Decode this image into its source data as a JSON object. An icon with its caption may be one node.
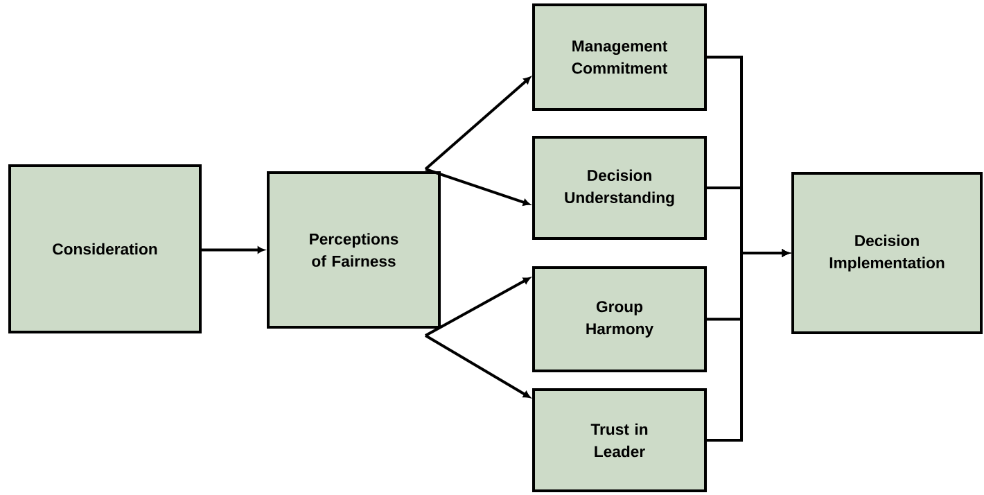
{
  "diagram": {
    "nodes": [
      {
        "text": [
          "Consideration"
        ]
      },
      {
        "text": [
          "Perceptions of Fairness"
        ]
      },
      {
        "text": [
          "Management Commitment"
        ]
      },
      {
        "text": [
          "Decision Understanding"
        ]
      },
      {
        "text": [
          "Group Harmony"
        ]
      },
      {
        "text": [
          "Trust in Leader"
        ]
      },
      {
        "text": [
          "Decision Implementation"
        ]
      }
    ],
    "edges": [
      {
        "from": 0,
        "to": 1,
        "arrow": "to"
      },
      {
        "from": 1,
        "to": 2,
        "arrow": "to"
      },
      {
        "from": 1,
        "to": 3,
        "arrow": "to"
      },
      {
        "from": 1,
        "to": 4,
        "arrow": "to"
      },
      {
        "from": 1,
        "to": 5,
        "arrow": "to"
      },
      {
        "from": 2,
        "to": 6,
        "arrow": "to"
      },
      {
        "from": 3,
        "to": 6,
        "arrow": "to"
      },
      {
        "from": 4,
        "to": 6,
        "arrow": "to"
      },
      {
        "from": 5,
        "to": 6,
        "arrow": "to"
      }
    ]
  }
}
